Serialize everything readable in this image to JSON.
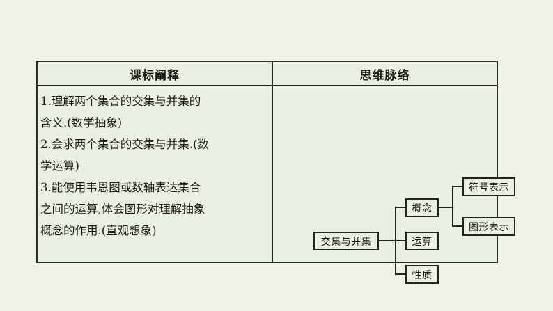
{
  "page": {
    "background_color": "#eef3e6",
    "cell_background_color": "#eaf0e1",
    "border_color": "#2b2b26"
  },
  "table": {
    "headers": {
      "left": "课标阐释",
      "right": "思维脉络"
    },
    "objectives": [
      "1.理解两个集合的交集与并集的",
      "含义.(数学抽象)",
      "2.会求两个集合的交集与并集.(数",
      "学运算)",
      "3.能使用韦恩图或数轴表达集合",
      "之间的运算,体会图形对理解抽象",
      "概念的作用.(直观想象)"
    ]
  },
  "diagram": {
    "root": "交集与并集",
    "branches": [
      {
        "label": "概念",
        "children": [
          "符号表示",
          "图形表示"
        ]
      },
      {
        "label": "运算",
        "children": []
      },
      {
        "label": "性质",
        "children": []
      }
    ],
    "node_symbol": "符号表示",
    "node_graphic": "图形表示",
    "node_concept": "概念",
    "node_oper": "运算",
    "node_prop": "性质"
  }
}
